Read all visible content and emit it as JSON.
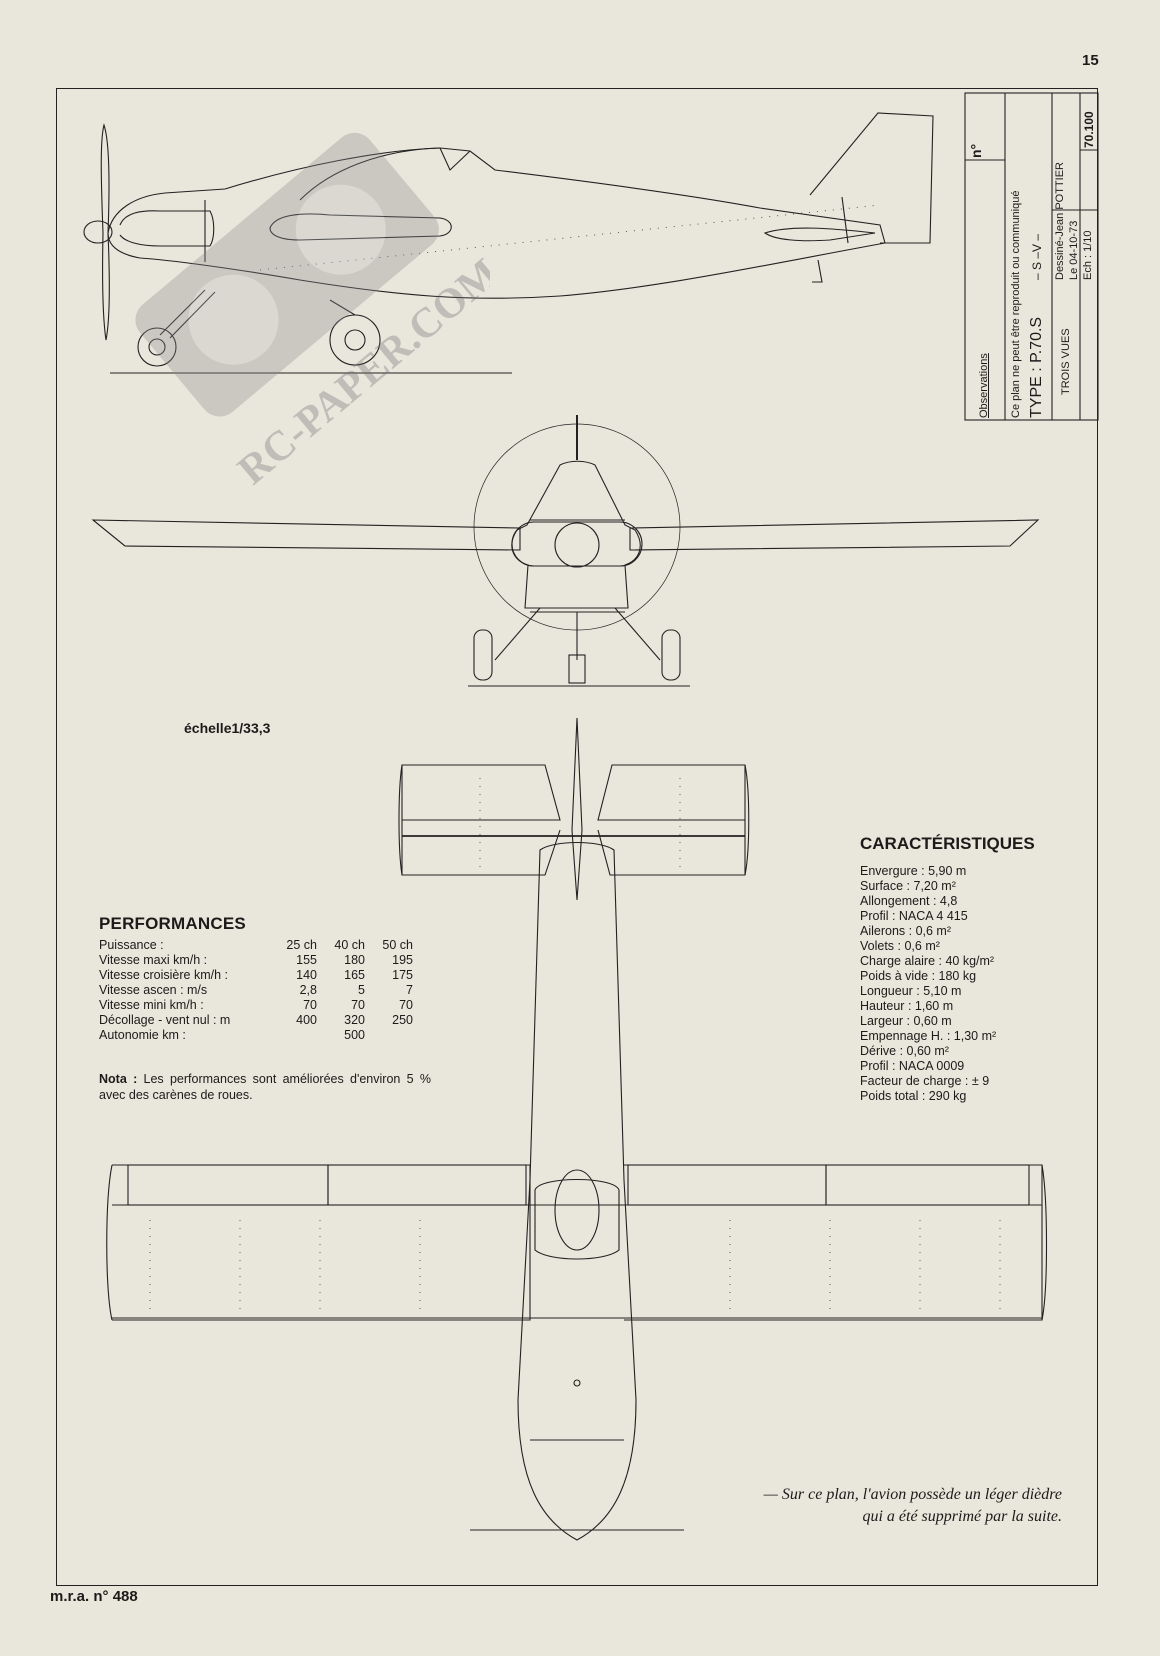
{
  "page_number": "15",
  "footer": "m.r.a. n° 488",
  "watermark": "RC-PAPER.COM",
  "title_block": {
    "observations_label": "Observations",
    "notice": "Ce plan ne peut être reproduit ou communiqué",
    "type": "TYPE : P.70.S",
    "suffix": "– S –V –",
    "vues": "TROIS VUES",
    "drawn_by": "Dessiné-Jean   POTTIER",
    "date": "Le  04-10-73",
    "scale": "Ech :  1/10",
    "number_label": "n°",
    "number": "70.100"
  },
  "scale_label": "échelle1/33,3",
  "performances": {
    "title": "PERFORMANCES",
    "header": {
      "label": "Puissance :",
      "cols": [
        "25 ch",
        "40 ch",
        "50 ch"
      ]
    },
    "rows": [
      {
        "label": "Vitesse maxi km/h :",
        "v": [
          "155",
          "180",
          "195"
        ]
      },
      {
        "label": "Vitesse croisière km/h :",
        "v": [
          "140",
          "165",
          "175"
        ]
      },
      {
        "label": "Vitesse ascen : m/s",
        "v": [
          "2,8",
          "5",
          "7"
        ]
      },
      {
        "label": "Vitesse mini km/h :",
        "v": [
          "70",
          "70",
          "70"
        ]
      },
      {
        "label": "Décollage - vent nul : m",
        "v": [
          "400",
          "320",
          "250"
        ]
      },
      {
        "label": "Autonomie km :",
        "v": [
          "",
          "500",
          ""
        ]
      }
    ],
    "note_label": "Nota :",
    "note": "Les performances sont améliorées d'environ 5 % avec des carènes de roues."
  },
  "caracteristiques": {
    "title": "CARACTÉRISTIQUES",
    "items": [
      "Envergure : 5,90 m",
      "Surface : 7,20 m²",
      "Allongement : 4,8",
      "Profil : NACA 4 415",
      "Ailerons : 0,6 m²",
      "Volets : 0,6 m²",
      "Charge alaire : 40 kg/m²",
      "Poids à vide : 180 kg",
      "Longueur : 5,10 m",
      "Hauteur : 1,60 m",
      "Largeur : 0,60 m",
      "Empennage H. : 1,30 m²",
      "Dérive : 0,60 m²",
      "Profil : NACA 0009",
      "Facteur de charge : ± 9",
      "Poids total : 290 kg"
    ]
  },
  "remark": "— Sur ce plan, l'avion possède un léger dièdre qui a été supprimé par la suite."
}
